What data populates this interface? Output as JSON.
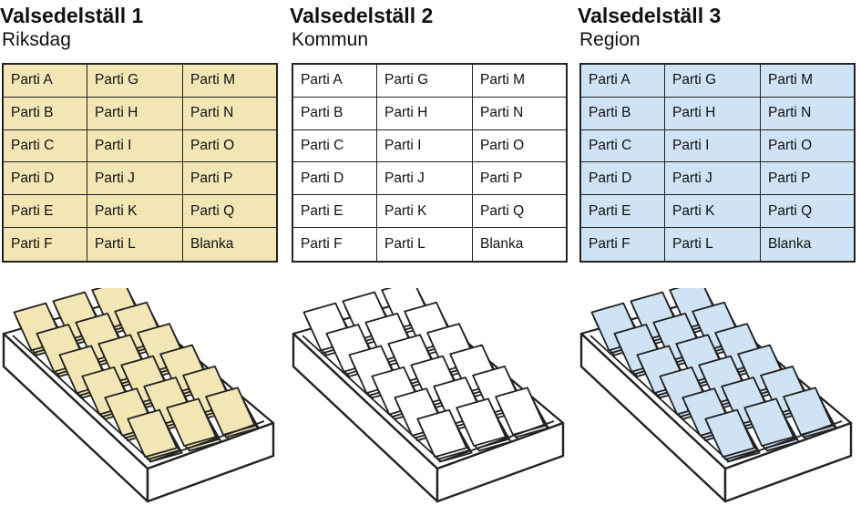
{
  "stands": [
    {
      "title": "Valsedelställ 1",
      "subtitle": "Riksdag",
      "fill_color": "#f2e6b4",
      "card_color": "#f2e6b4",
      "columns": [
        [
          "Parti A",
          "Parti B",
          "Parti C",
          "Parti D",
          "Parti E",
          "Parti F"
        ],
        [
          "Parti G",
          "Parti H",
          "Parti I",
          "Parti J",
          "Parti K",
          "Parti L"
        ],
        [
          "Parti M",
          "Parti N",
          "Parti O",
          "Parti P",
          "Parti Q",
          "Blanka"
        ]
      ]
    },
    {
      "title": "Valsedelställ 2",
      "subtitle": "Kommun",
      "fill_color": "#ffffff",
      "card_color": "#ffffff",
      "columns": [
        [
          "Parti A",
          "Parti B",
          "Parti C",
          "Parti D",
          "Parti E",
          "Parti F"
        ],
        [
          "Parti G",
          "Parti H",
          "Parti I",
          "Parti J",
          "Parti K",
          "Parti L"
        ],
        [
          "Parti M",
          "Parti N",
          "Parti O",
          "Parti P",
          "Parti Q",
          "Blanka"
        ]
      ]
    },
    {
      "title": "Valsedelställ 3",
      "subtitle": "Region",
      "fill_color": "#cfe3f4",
      "card_color": "#cfe3f4",
      "columns": [
        [
          "Parti A",
          "Parti B",
          "Parti C",
          "Parti D",
          "Parti E",
          "Parti F"
        ],
        [
          "Parti G",
          "Parti H",
          "Parti I",
          "Parti J",
          "Parti K",
          "Parti L"
        ],
        [
          "Parti M",
          "Parti N",
          "Parti O",
          "Parti P",
          "Parti Q",
          "Blanka"
        ]
      ]
    }
  ],
  "outline_color": "#222222"
}
